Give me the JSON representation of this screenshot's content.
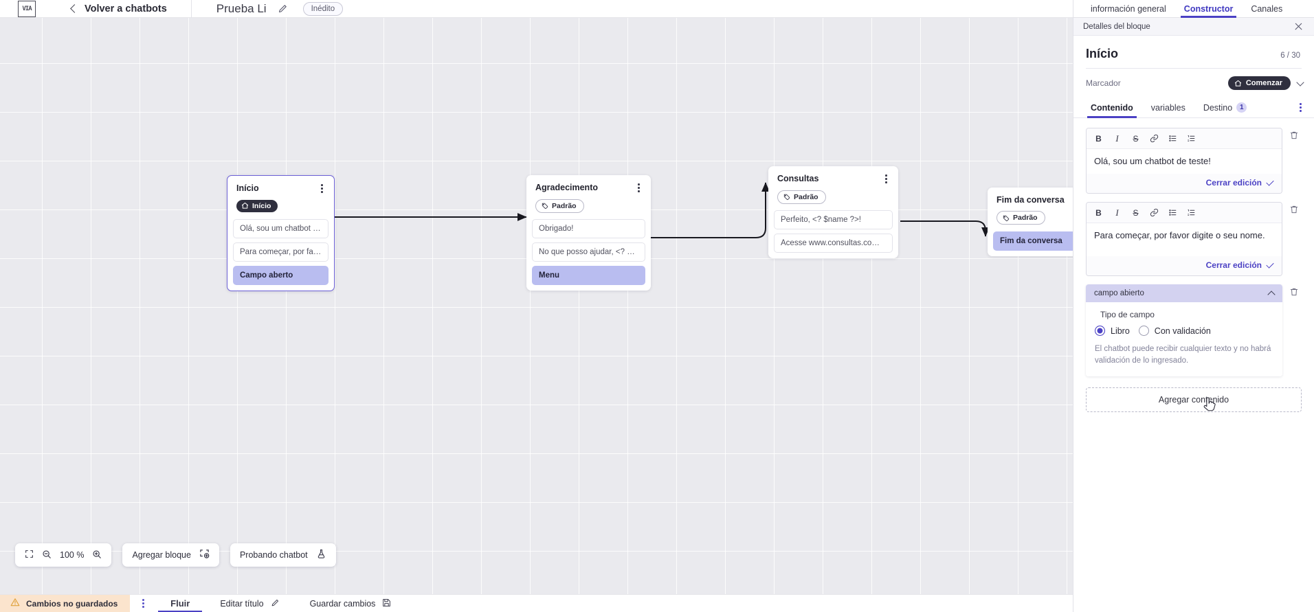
{
  "topbar": {
    "logo_name": "brand-logo",
    "back_label": "Volver a chatbots",
    "doc_title": "Prueba Li",
    "status_badge": "Inédito"
  },
  "canvas": {
    "zoom_level": "100 %",
    "add_block_label": "Agregar bloque",
    "test_chatbot_label": "Probando chatbot",
    "nodes": [
      {
        "id": "inicio",
        "title": "Início",
        "tag": "Início",
        "tag_style": "dark",
        "messages": [
          "Olá, sou um chatbot de teste!",
          "Para começar, por favor digite o ..."
        ],
        "action": "Campo aberto",
        "selected": true
      },
      {
        "id": "agradecimento",
        "title": "Agradecimento",
        "tag": "Padrão",
        "tag_style": "light",
        "messages": [
          "Obrigado!",
          "No que posso ajudar, <? $name ..."
        ],
        "action": "Menu",
        "selected": false
      },
      {
        "id": "consultas",
        "title": "Consultas",
        "tag": "Padrão",
        "tag_style": "light",
        "messages": [
          "Perfeito, <? $name ?>!",
          "Acesse www.consultas.com par..."
        ],
        "action": null,
        "selected": false
      },
      {
        "id": "fim-da-conversa",
        "title": "Fim da conversa",
        "tag": "Padrão",
        "tag_style": "light",
        "messages": [],
        "action": "Fim da conversa",
        "selected": false
      }
    ]
  },
  "statusbar": {
    "unsaved_label": "Cambios no guardados",
    "tab_flow": "Fluir",
    "edit_title_label": "Editar título",
    "save_label": "Guardar cambios"
  },
  "panel": {
    "tabs": [
      {
        "label": "información general",
        "active": false
      },
      {
        "label": "Constructor",
        "active": true
      },
      {
        "label": "Canales",
        "active": false
      }
    ],
    "subhead_title": "Detalles del bloque",
    "block_title": "Início",
    "counter": "6 / 30",
    "marcador_label": "Marcador",
    "marcador_chip": "Comenzar",
    "content_tabs": [
      {
        "label": "Contenido",
        "active": true,
        "badge": null
      },
      {
        "label": "variables",
        "active": false,
        "badge": null
      },
      {
        "label": "Destino",
        "active": false,
        "badge": "1"
      }
    ],
    "editors": [
      {
        "text": "Olá, sou um chatbot de teste!",
        "close_label": "Cerrar edición"
      },
      {
        "text": "Para começar, por favor digite o seu nome.",
        "close_label": "Cerrar edición"
      }
    ],
    "toolbar_icons": [
      "bold-icon",
      "italic-icon",
      "strikethrough-icon",
      "link-icon",
      "bullet-list-icon",
      "numbered-list-icon"
    ],
    "field": {
      "header": "campo abierto",
      "type_label": "Tipo de campo",
      "options": [
        {
          "label": "Libro",
          "selected": true
        },
        {
          "label": "Con validación",
          "selected": false
        }
      ],
      "help_text": "El chatbot puede recibir cualquier texto y no habrá validación de lo ingresado."
    },
    "add_content_label": "Agregar contenido"
  },
  "colors": {
    "accent": "#4b41c4",
    "node_action": "#b9bdf0",
    "warn_bg": "#fbe4cd",
    "canvas_bg": "#eaeaee"
  }
}
